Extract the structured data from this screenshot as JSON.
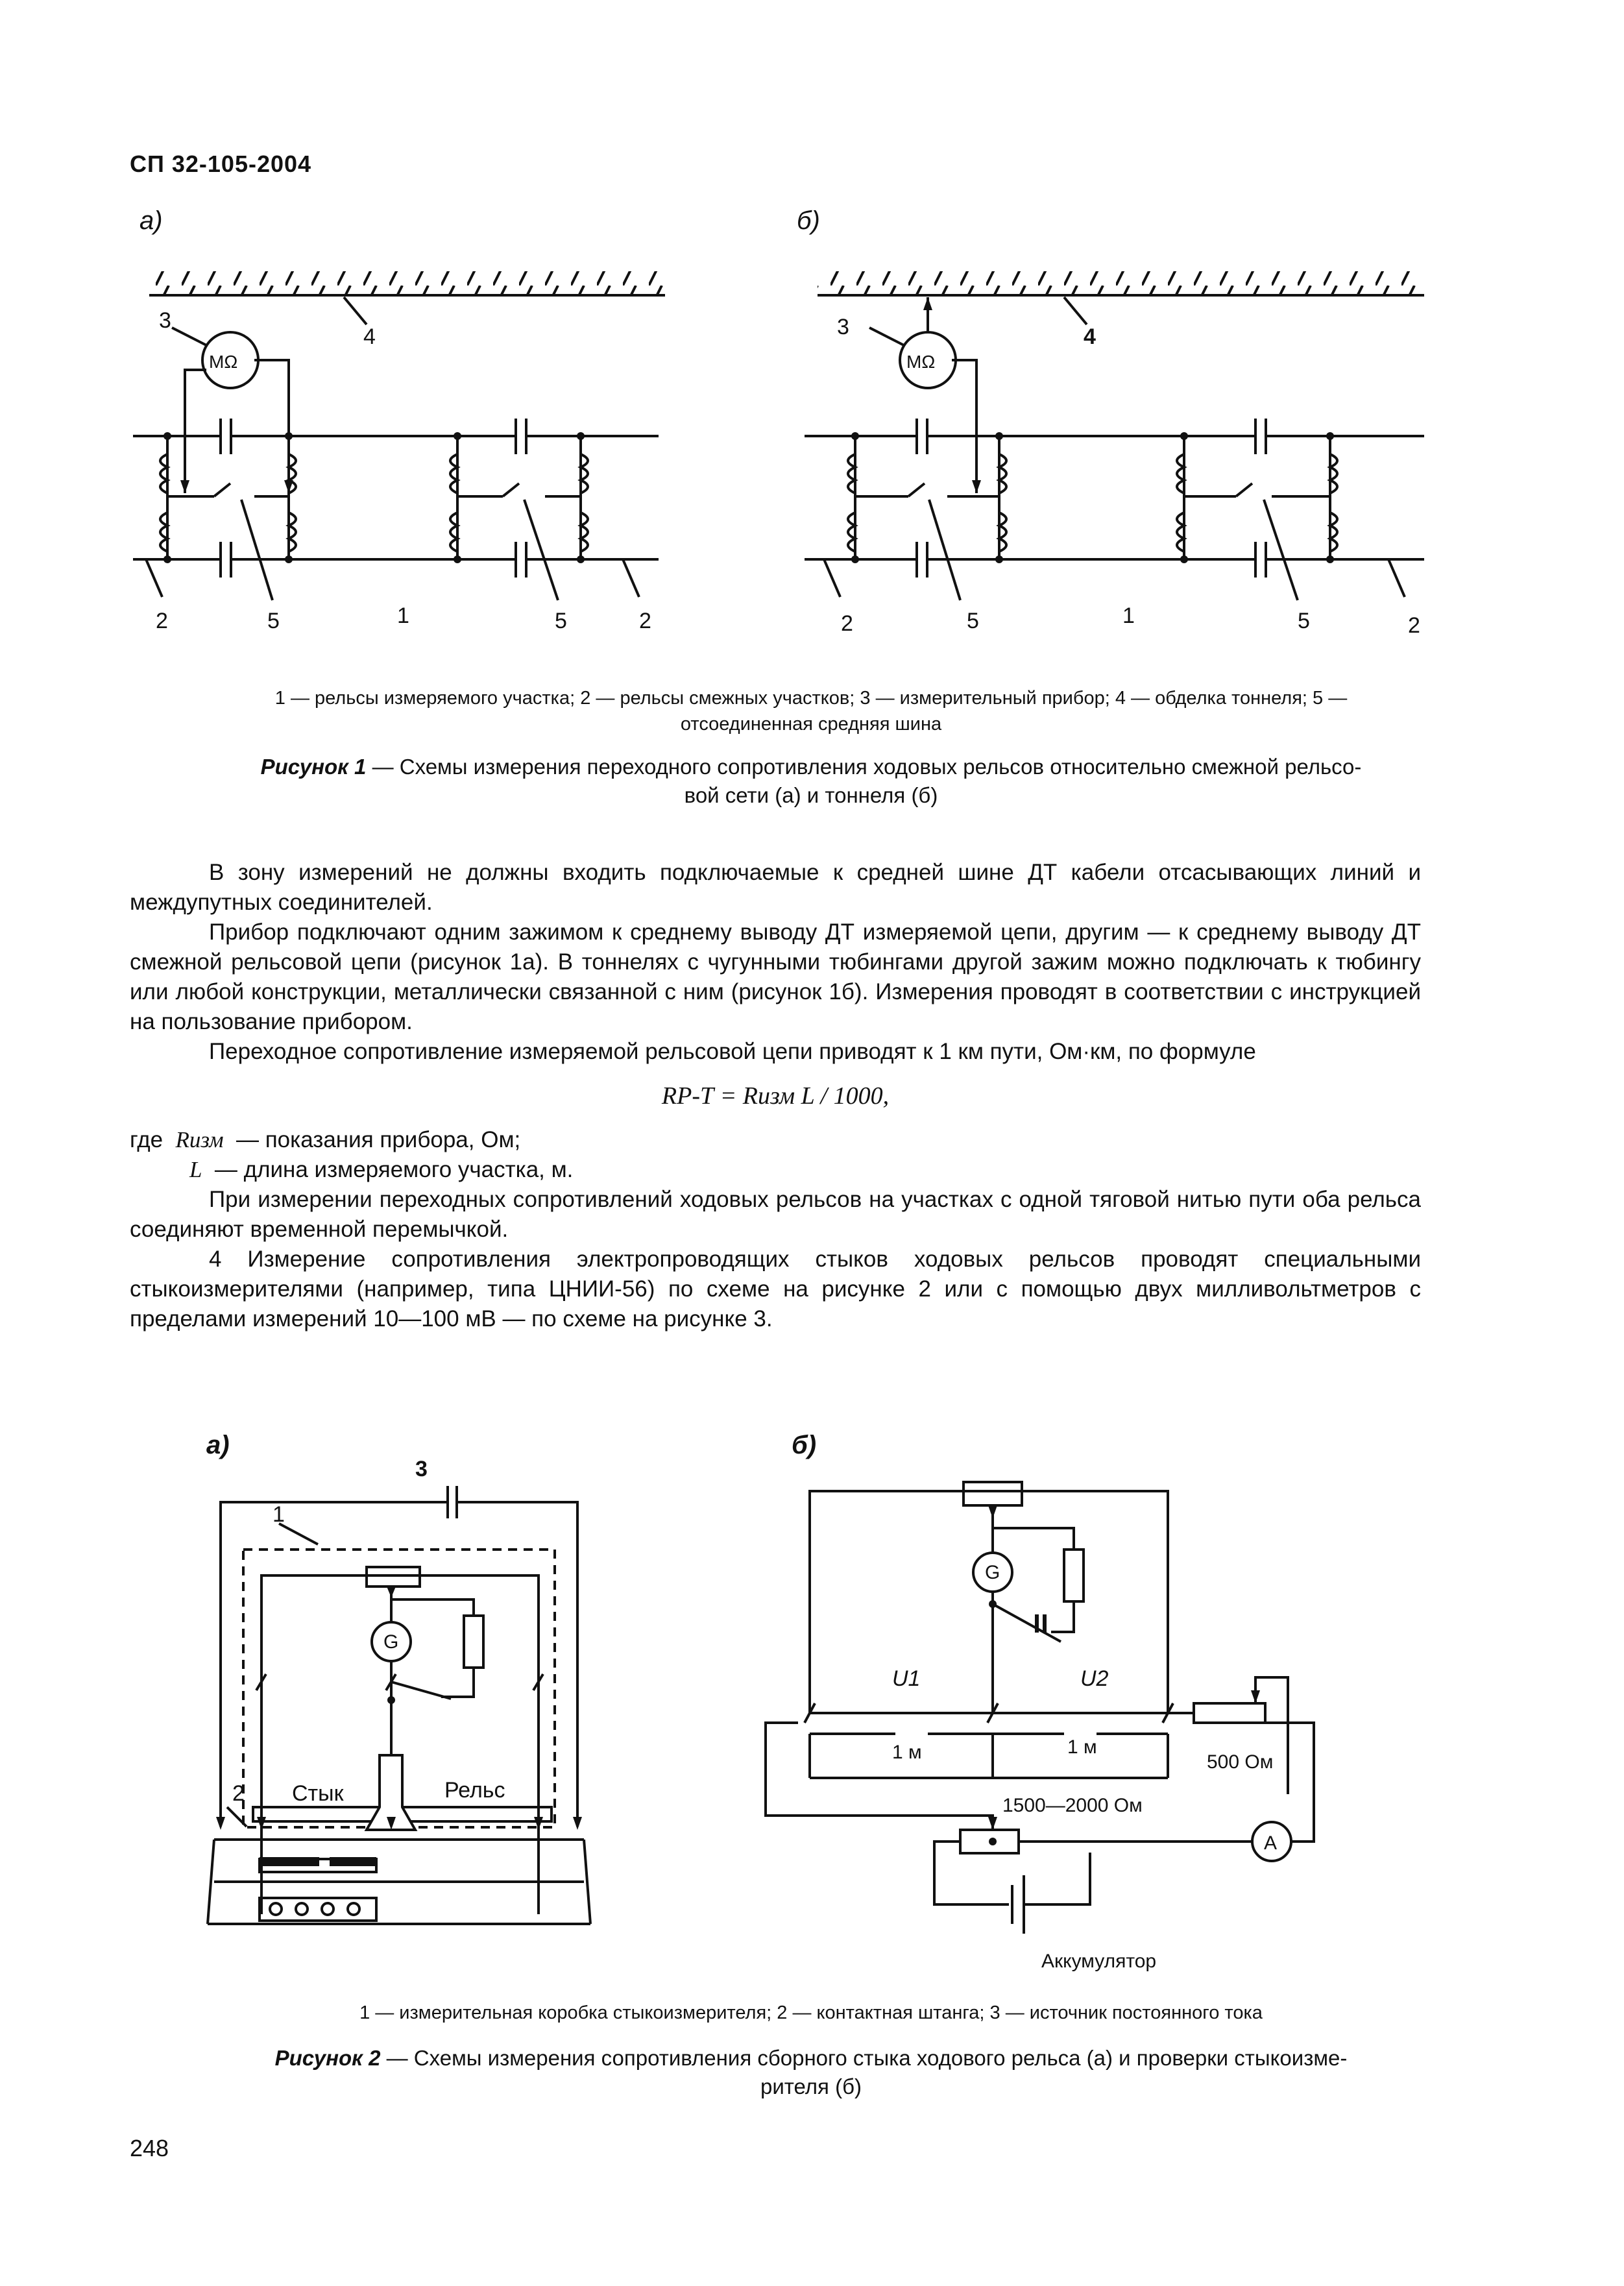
{
  "header": {
    "code": "СП 32-105-2004"
  },
  "figure1": {
    "sub_a": "а)",
    "sub_b": "б)",
    "meter_symbol": "MΩ",
    "labels_a": {
      "n3": "3",
      "n4": "4",
      "n2l": "2",
      "n5l": "5",
      "n1": "1",
      "n5r": "5",
      "n2r": "2"
    },
    "labels_b": {
      "n3": "3",
      "n4": "4",
      "n2l": "2",
      "n5l": "5",
      "n1": "1",
      "n5r": "5",
      "n2r": "2"
    },
    "legend_line1": "1 — рельсы измеряемого участка; 2 — рельсы смежных участков; 3 — измерительный прибор; 4 — обделка тоннеля; 5 —",
    "legend_line2": "отсоединенная средняя шина",
    "caption_label": "Рисунок 1",
    "caption_text": " — Схемы измерения переходного сопротивления ходовых рельсов относительно смежной рельсо-",
    "caption_text2": "вой сети (а) и тоннеля (б)"
  },
  "body": {
    "p1": "В зону измерений не должны входить подключаемые к средней шине ДТ кабели отсасывающих линий и междупутных соединителей.",
    "p2": "Прибор подключают одним зажимом к среднему выводу ДТ измеряемой цепи, другим — к среднему выводу ДТ смежной рельсовой цепи (рисунок 1а). В тоннелях с чугунными тюбингами другой зажим можно подключать к тюбингу или любой конструкции, металлически связанной с ним (рисунок 1б). Измерения проводят в соответствии с инструкцией на пользование прибором.",
    "p3": "Переходное сопротивление измеряемой рельсовой цепи приводят к 1 км пути, Ом·км, по формуле",
    "formula": "RР-Т = Rизм L / 1000,",
    "where_word": "где",
    "where1_sym": "Rизм",
    "where1_text": "— показания прибора, Ом;",
    "where2_sym": "L",
    "where2_text": "— длина измеряемого участка, м.",
    "p4": "При измерении переходных сопротивлений ходовых рельсов на участках с одной тяговой нитью пути оба рельса соединяют временной перемычкой.",
    "p5": "4 Измерение сопротивления электропроводящих стыков ходовых рельсов проводят специальными стыкоизмерителями (например, типа ЦНИИ-56) по схеме на рисунке 2 или с помощью двух милливольтметров с пределами измерений 10—100 мВ — по схеме на рисунке 3."
  },
  "figure2": {
    "sub_a": "а)",
    "sub_b": "б)",
    "a_labels": {
      "n3": "3",
      "n1": "1",
      "n2": "2",
      "galv": "G",
      "joint": "Стык",
      "rail": "Рельс"
    },
    "b_labels": {
      "galv": "G",
      "u1": "U1",
      "u2": "U2",
      "m1": "1 м",
      "m2": "1 м",
      "r500": "500 Ом",
      "r1500": "1500—2000 Ом",
      "amm": "A",
      "battery": "Аккумулятор"
    },
    "legend": "1 — измерительная коробка стыкоизмерителя; 2 — контактная штанга; 3 — источник постоянного тока",
    "caption_label": "Рисунок 2",
    "caption_text": " — Схемы измерения сопротивления сборного стыка ходового рельса (а) и проверки стыкоизме-",
    "caption_text2": "рителя (б)"
  },
  "footer": {
    "page_number": "248"
  }
}
